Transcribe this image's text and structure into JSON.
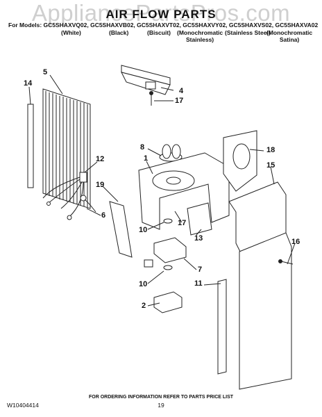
{
  "watermark": "AppliancePartsPros.com",
  "title": "AIR FLOW PARTS",
  "models_line": "For Models: GC5SHAXVQ02, GC5SHAXVB02, GC5SHAXVT02, GC5SHAXVY02, GC5SHAXVS02, GC5SHAXVA02",
  "variants": [
    {
      "line1": "(White)",
      "line2": ""
    },
    {
      "line1": "(Black)",
      "line2": ""
    },
    {
      "line1": "(Biscuit)",
      "line2": ""
    },
    {
      "line1": "(Monochromatic",
      "line2": "Stainless)"
    },
    {
      "line1": "(Stainless Steel)",
      "line2": ""
    },
    {
      "line1": "(Monochromatic",
      "line2": "Satina)"
    }
  ],
  "callouts": {
    "c1": "1",
    "c2": "2",
    "c4": "4",
    "c5": "5",
    "c6": "6",
    "c7": "7",
    "c8": "8",
    "c10a": "10",
    "c10b": "10",
    "c11": "11",
    "c12": "12",
    "c13": "13",
    "c14": "14",
    "c15": "15",
    "c16": "16",
    "c17a": "17",
    "c17b": "17",
    "c18": "18",
    "c19": "19"
  },
  "footer": {
    "doc_number": "W10404414",
    "ordering_info": "FOR ORDERING INFORMATION REFER TO PARTS PRICE LIST",
    "page_number": "19"
  }
}
